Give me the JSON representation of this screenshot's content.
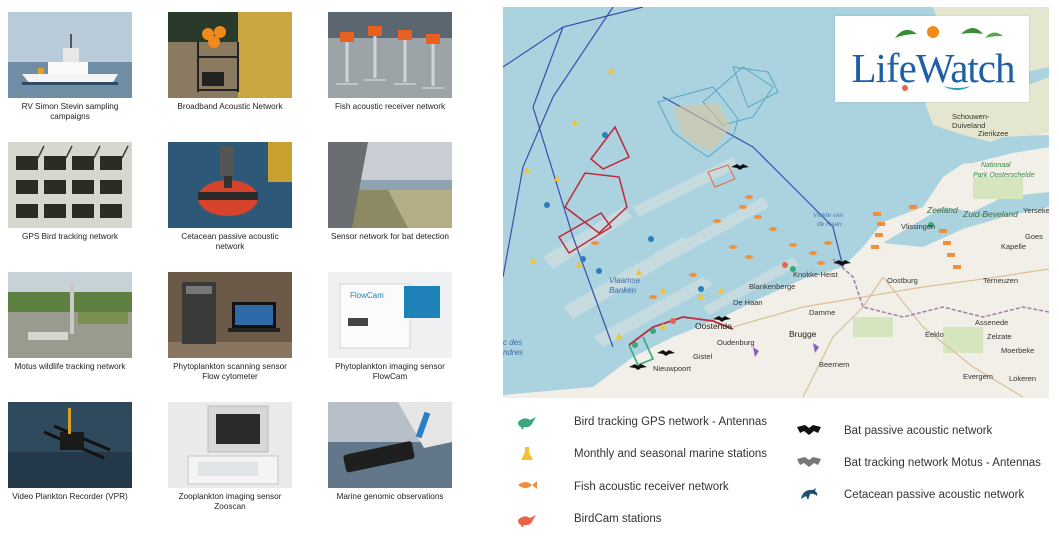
{
  "gallery": [
    {
      "lines": [
        "RV Simon Stevin sampling",
        "campaigns"
      ]
    },
    {
      "lines": [
        "Broadband Acoustic Network"
      ]
    },
    {
      "lines": [
        "Fish acoustic receiver network"
      ]
    },
    {
      "lines": [
        "GPS Bird tracking network"
      ]
    },
    {
      "lines": [
        "Cetacean passive acoustic",
        "network"
      ]
    },
    {
      "lines": [
        "Sensor network for bat detection"
      ]
    },
    {
      "lines": [
        "Motus wildlife tracking network"
      ]
    },
    {
      "lines": [
        "Phytoplankton scanning sensor",
        "Flow cytometer"
      ]
    },
    {
      "lines": [
        "Phytoplankton imaging sensor",
        "FlowCam"
      ]
    },
    {
      "lines": [
        "Video Plankton Recorder (VPR)"
      ]
    },
    {
      "lines": [
        "Zooplankton imaging sensor",
        "Zooscan"
      ]
    },
    {
      "lines": [
        "Marine genomic observations"
      ]
    }
  ],
  "thumb_overlay": {
    "flowcam": "FlowCam"
  },
  "map": {
    "logo": "LifeWatch",
    "places": {
      "schouwen": [
        "Schouwen-",
        "Duiveland"
      ],
      "zierikzee": "Zierikzee",
      "nationaal": [
        "Nationaal",
        "Park Oosterschelde"
      ],
      "zeeland": "Zeeland",
      "zuid_beveland": "Zuid-Beveland",
      "yerseke": "Yerseke",
      "goes": "Goes",
      "vlissingen": "Vlissingen",
      "kapelle": "Kapelle",
      "terneuzen": "Terneuzen",
      "oostburg": "Oostburg",
      "knokke": "Knokke-Heist",
      "blankenberge": "Blankenberge",
      "de_haan": "De Haan",
      "damme": "Damme",
      "oostende": "Oostende",
      "brugge": "Brugge",
      "oudenburg": "Oudenburg",
      "gistel": "Gistel",
      "nieuwpoort": "Nieuwpoort",
      "eeklo": "Eeklo",
      "assenede": "Assenede",
      "zelzate": "Zelzate",
      "moerbeke": "Moerbeke",
      "evergem": "Evergem",
      "lokeren": "Lokeren",
      "beernem": "Beernem",
      "vlaamse_banken": [
        "Vlaamse",
        "Banken"
      ],
      "des_flandres": [
        "c des",
        "ndres"
      ],
      "vlakte": [
        "Vlakte van",
        "de Raan"
      ]
    }
  },
  "legend": {
    "bird_gps": "Bird tracking GPS network - Antennas",
    "marine_stations": "Monthly and seasonal marine stations",
    "fish_acoustic": "Fish acoustic receiver network",
    "birdcam": "BirdCam stations",
    "bat_acoustic": "Bat passive acoustic network",
    "bat_motus": "Bat tracking network Motus - Antennas",
    "cetacean": "Cetacean passive acoustic network"
  },
  "colors": {
    "sea": "#aad3df",
    "land": "#f1efe8",
    "bird": "#3aa87c",
    "station": "#f2c233",
    "fish": "#f08f3c",
    "birdcam": "#e8634a",
    "bat": "#111111",
    "bat_motus": "#777777",
    "cetacean": "#1e4f6e",
    "logo_blue": "#1e5fa8"
  }
}
